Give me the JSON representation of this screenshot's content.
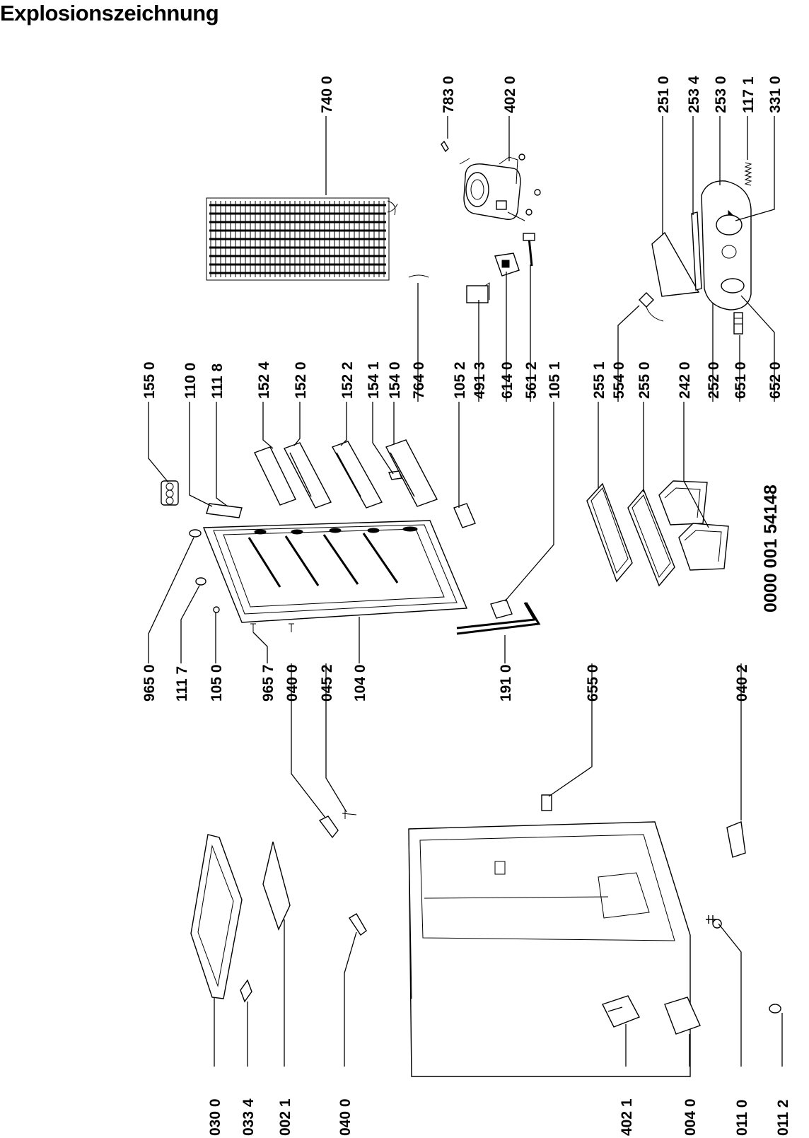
{
  "title": "Explosionszeichnung",
  "document_number": "0000 001 54148",
  "parts": {
    "p7400": "740 0",
    "p7830": "783 0",
    "p4020": "402 0",
    "p2510": "251 0",
    "p2534": "253 4",
    "p2530": "253 0",
    "p1171": "117 1",
    "p3310": "331 0",
    "p1550": "155 0",
    "p1100": "110 0",
    "p1118": "111 8",
    "p1524": "152 4",
    "p1520": "152 0",
    "p1522": "152 2",
    "p1541": "154 1",
    "p1540": "154 0",
    "p7640": "764 0",
    "p1052": "105 2",
    "p4913": "491 3",
    "p6140": "614 0",
    "p5612": "561 2",
    "p1051": "105 1",
    "p2551": "255 1",
    "p5540": "554 0",
    "p2550": "255 0",
    "p2420": "242 0",
    "p2520": "252 0",
    "p6510": "651 0",
    "p6520": "652 0",
    "p9650": "965 0",
    "p1117": "111 7",
    "p1050": "105 0",
    "p9657": "965 7",
    "p0400a": "040 0",
    "p0452": "045 2",
    "p1040": "104 0",
    "p1910": "191 0",
    "p6550": "655 0",
    "p0402": "040 2",
    "p0300": "030 0",
    "p0334": "033 4",
    "p0021": "002 1",
    "p0400b": "040 0",
    "p4021": "402 1",
    "p0040": "004 0",
    "p0110": "011 0",
    "p0112": "011 2"
  }
}
